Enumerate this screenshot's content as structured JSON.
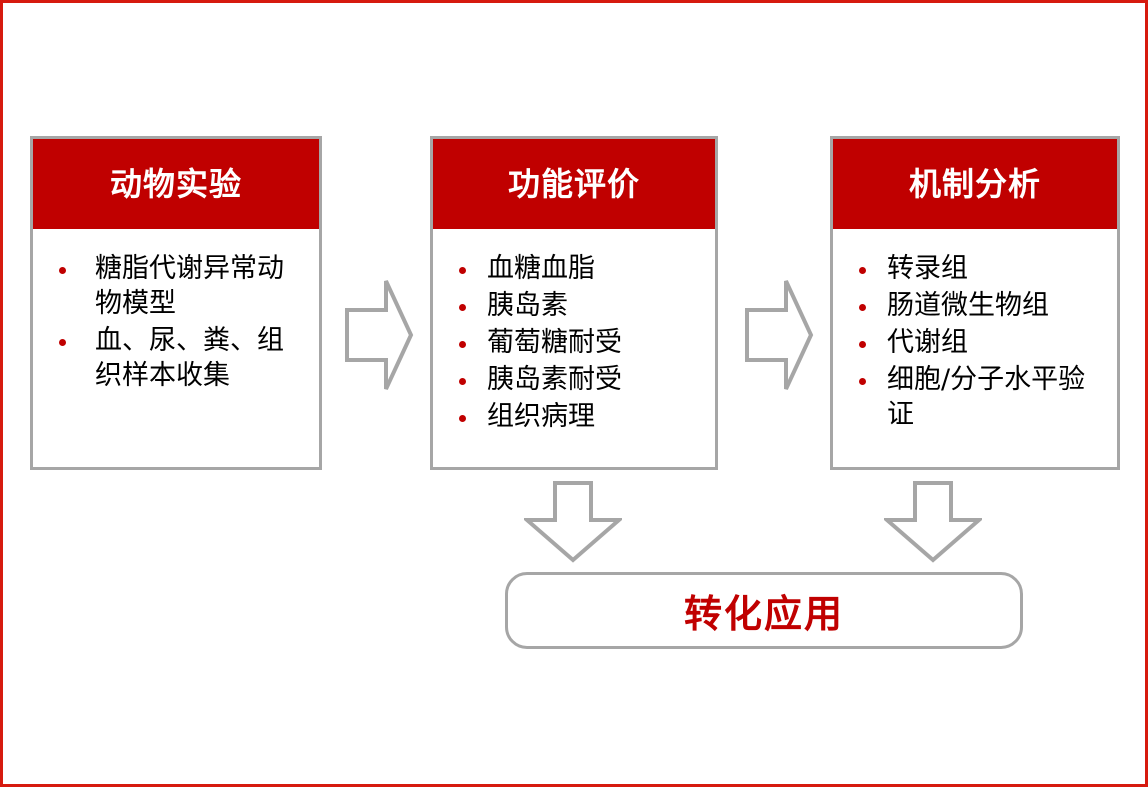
{
  "figure": {
    "type": "flow-diagram",
    "frame_color": "#d61a0f",
    "accent_color": "#c00000",
    "box_border_color": "#a6a6a6",
    "arrow_color": "#a6a6a6",
    "background": "#ffffff"
  },
  "stages": [
    {
      "id": "animal-experiment",
      "title": "动物实验",
      "items": [
        " 糖脂代谢异常动物模型",
        " 血、尿、粪、组织样本收集"
      ]
    },
    {
      "id": "function-evaluation",
      "title": "功能评价",
      "items": [
        "血糖血脂",
        "胰岛素",
        "葡萄糖耐受",
        "胰岛素耐受",
        "组织病理"
      ]
    },
    {
      "id": "mechanism-analysis",
      "title": "机制分析",
      "items": [
        "转录组",
        "肠道微生物组",
        "代谢组",
        "细胞/分子水平验证"
      ]
    }
  ],
  "connectors": [
    {
      "id": "arrow-stage1-to-stage2",
      "direction": "right"
    },
    {
      "id": "arrow-stage2-to-stage3",
      "direction": "right"
    },
    {
      "id": "arrow-stage2-to-result",
      "direction": "down"
    },
    {
      "id": "arrow-stage3-to-result",
      "direction": "down"
    }
  ],
  "result": {
    "id": "translational-application",
    "label": "转化应用"
  }
}
